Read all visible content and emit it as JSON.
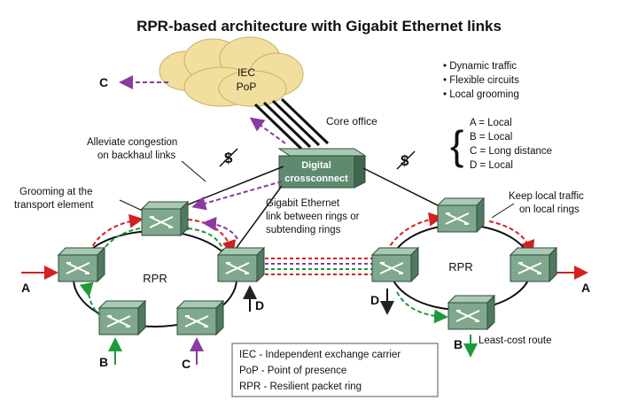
{
  "title": "RPR-based architecture with Gigabit Ethernet links",
  "cloud": {
    "line1": "IEC",
    "line2": "PoP"
  },
  "core_office": "Core office",
  "crossconnect": {
    "line1": "Digital",
    "line2": "crossconnect"
  },
  "features": [
    "• Dynamic traffic",
    "• Flexible circuits",
    "• Local grooming"
  ],
  "traffic_types": [
    "A = Local",
    "B = Local",
    "C = Long distance",
    "D = Local"
  ],
  "callouts": {
    "alleviate": [
      "Alleviate congestion",
      "on backhaul links"
    ],
    "grooming": [
      "Grooming at the",
      "transport element"
    ],
    "gige": [
      "Gigabit Ethernet",
      "link between rings or",
      "subtending rings"
    ],
    "keep_local": [
      "Keep local traffic",
      "on local rings"
    ],
    "least_cost": "Least-cost route"
  },
  "rings": {
    "left": "RPR",
    "right": "RPR"
  },
  "dollar": "$",
  "nodes": {
    "a_left": "A",
    "a_right": "A",
    "b_left": "B",
    "b_right": "B",
    "c_top": "C",
    "c_bottom": "C",
    "d_left": "D",
    "d_right": "D"
  },
  "legend": [
    "IEC - Independent exchange carrier",
    "PoP - Point of presence",
    "RPR - Resilient packet ring"
  ],
  "colors": {
    "switch_face": "#7fa88f",
    "switch_top": "#a9c9b4",
    "switch_side": "#4f7a60",
    "red": "#d42020",
    "green": "#1e9a3a",
    "purple": "#8a3aa0",
    "cloud": "#f2dfa0"
  }
}
